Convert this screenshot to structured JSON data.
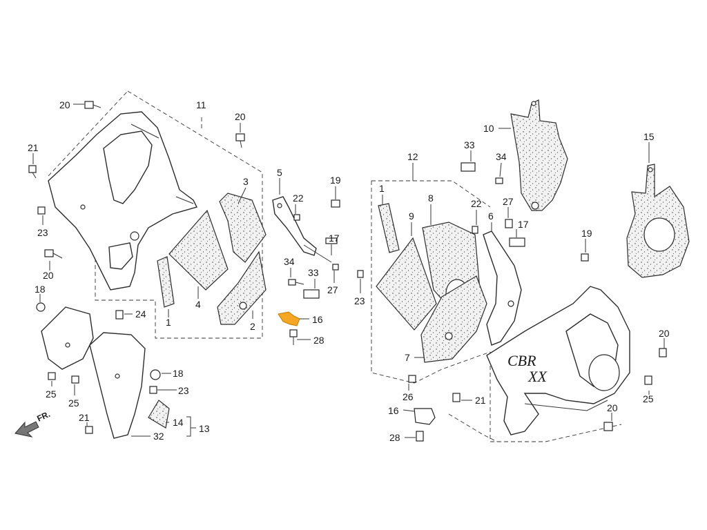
{
  "callouts": {
    "l20a": "20",
    "l11": "11",
    "l20b": "20",
    "l21a": "21",
    "l23a": "23",
    "l20c": "20",
    "l18a": "18",
    "l24": "24",
    "l1a": "1",
    "l4": "4",
    "l3": "3",
    "l2": "2",
    "l5": "5",
    "l22a": "22",
    "l19a": "19",
    "l17a": "17",
    "l34a": "34",
    "l33a": "33",
    "l27a": "27",
    "l16a": "16",
    "l28a": "28",
    "l23b": "23",
    "l18b": "18",
    "l23c": "23",
    "l25a": "25",
    "l25b": "25",
    "l21b": "21",
    "l14": "14",
    "l13": "13",
    "l32": "32",
    "l12": "12",
    "l1b": "1",
    "l8": "8",
    "l9": "9",
    "l22b": "22",
    "l6": "6",
    "l7": "7",
    "l26": "26",
    "l21c": "21",
    "l16b": "16",
    "l28b": "28",
    "l10": "10",
    "l33b": "33",
    "l34b": "34",
    "l27b": "27",
    "l17b": "17",
    "l19b": "19",
    "l15": "15",
    "l20d": "20",
    "l25c": "25",
    "l20e": "20"
  },
  "front_marker": "FR.",
  "badge_text": "CBR",
  "badge_sub": "XX",
  "colors": {
    "highlight": "#f5a623",
    "line": "#333333"
  }
}
